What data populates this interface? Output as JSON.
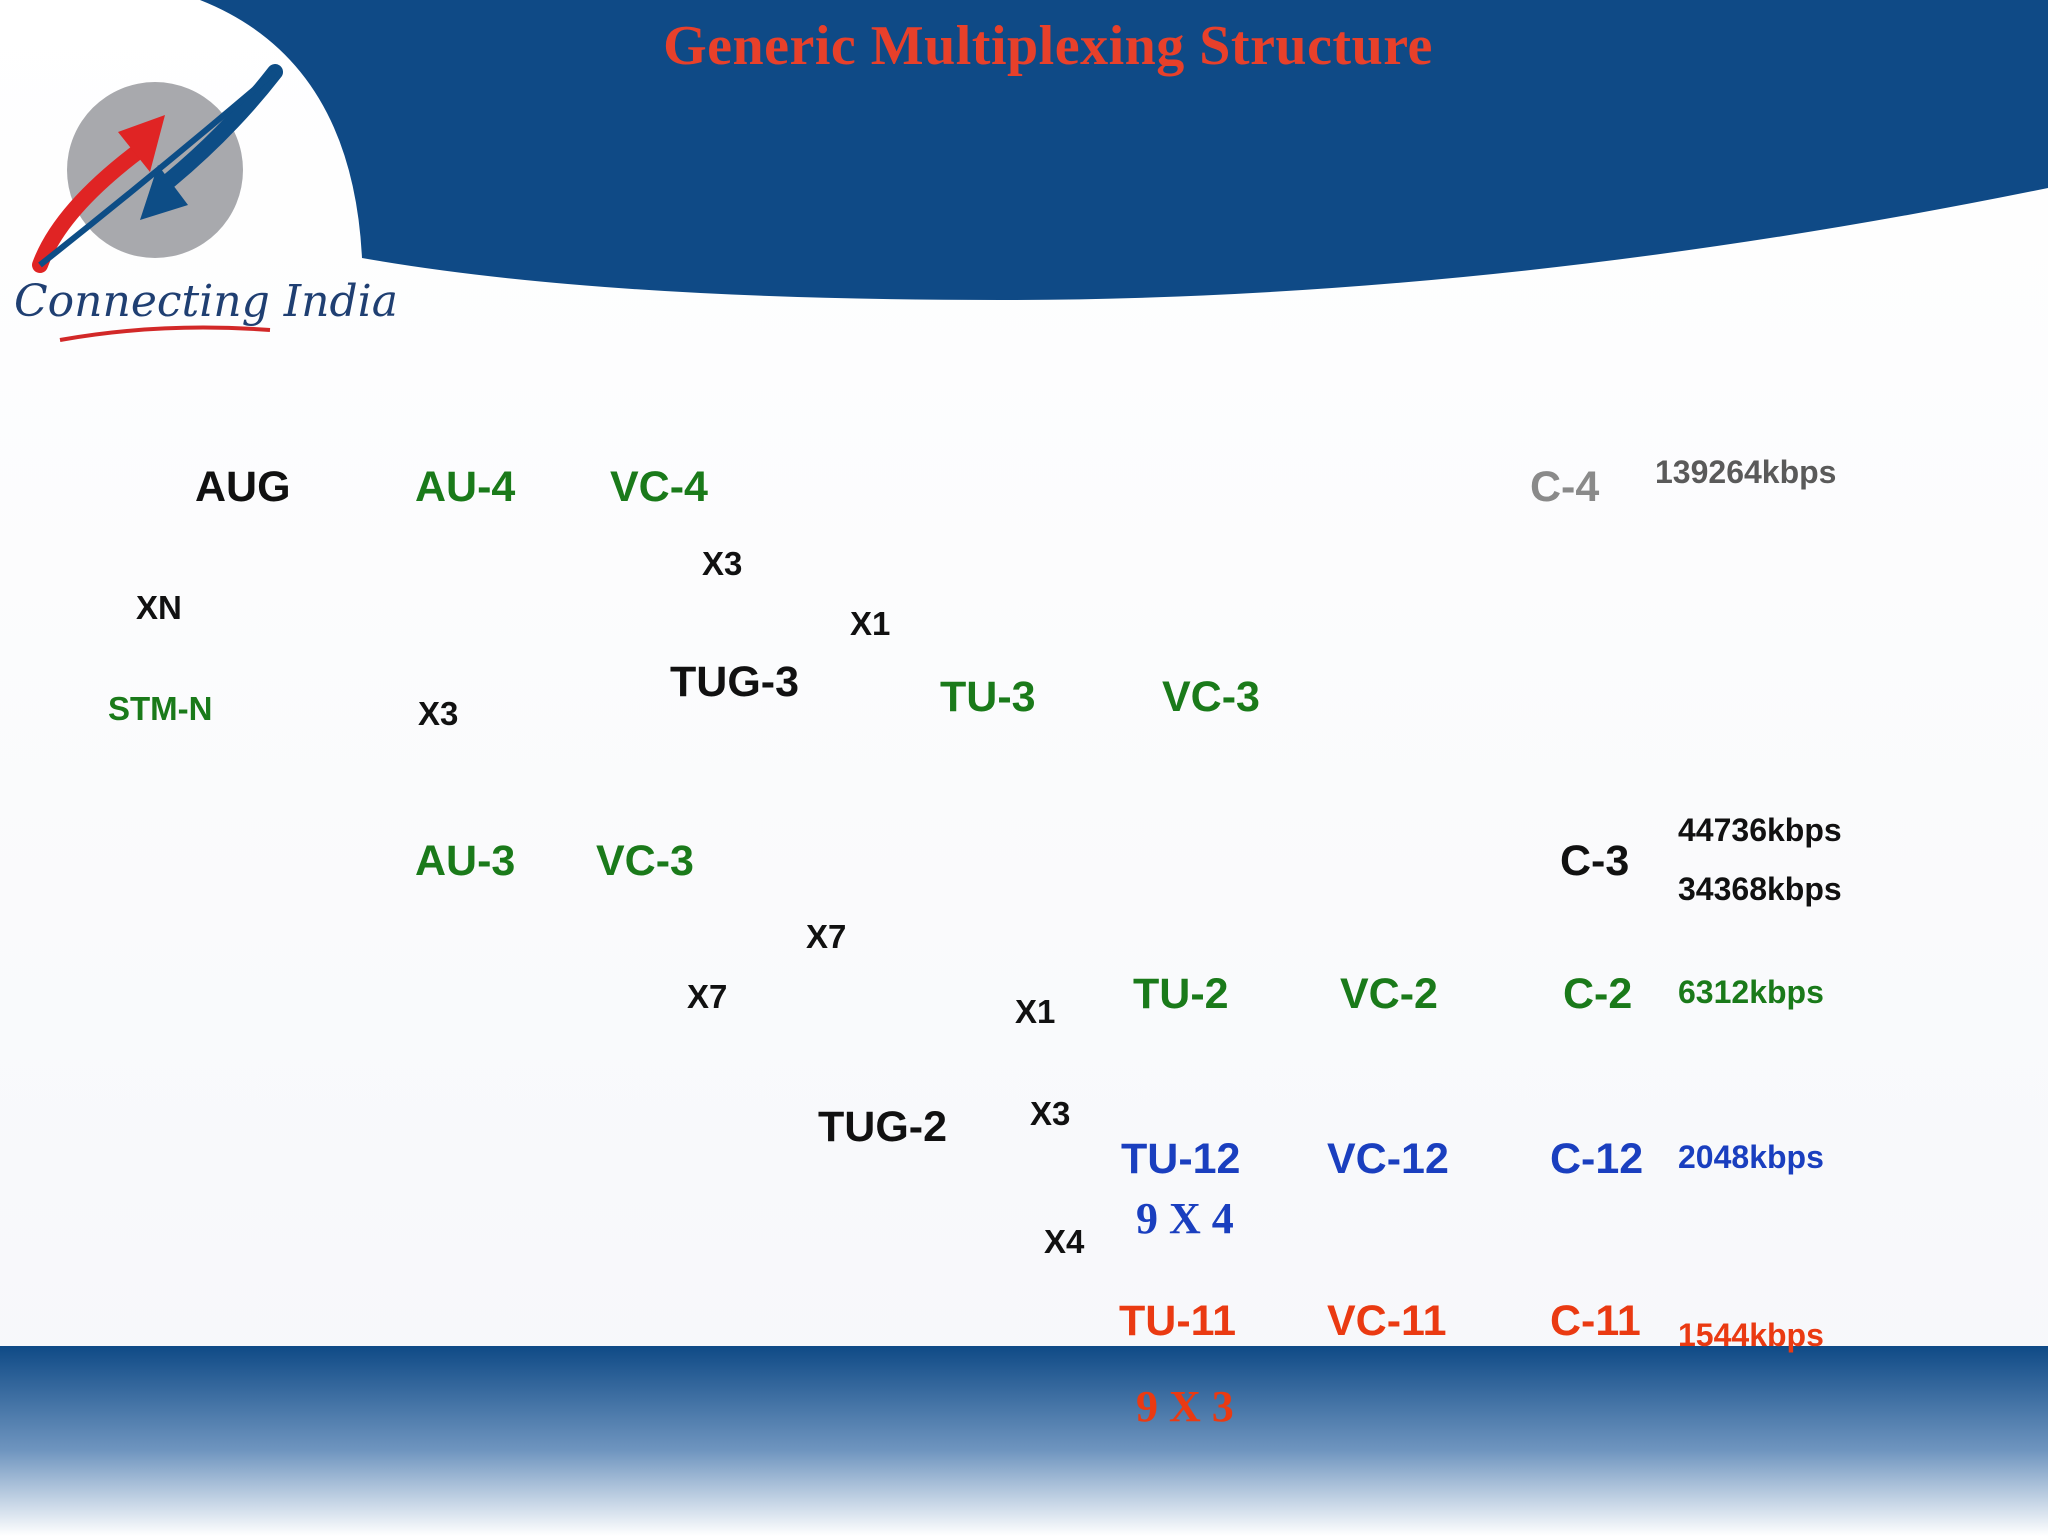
{
  "title": "Generic Multiplexing Structure",
  "logo": {
    "text": "Connecting India",
    "icon": "bsnl-arrows-logo"
  },
  "colors": {
    "header_blue": "#0f4a86",
    "title_red": "#e8402a",
    "green": "#1a7a1a",
    "blue": "#1a3fbf",
    "orange": "#ea3a12",
    "gray": "#8a8a8a"
  },
  "nodes": {
    "aug": "AUG",
    "xn": "XN",
    "stm_n": "STM-N",
    "au4": "AU-4",
    "vc4": "VC-4",
    "x3_a": "X3",
    "x1_a": "X1",
    "tug3": "TUG-3",
    "tu3": "TU-3",
    "vc3_a": "VC-3",
    "x3_b": "X3",
    "c4": "C-4",
    "c4_rate": "139264kbps",
    "au3": "AU-3",
    "vc3_b": "VC-3",
    "c3": "C-3",
    "c3_rate_1": "44736kbps",
    "c3_rate_2": "34368kbps",
    "x7_a": "X7",
    "x7_b": "X7",
    "x1_b": "X1",
    "tu2": "TU-2",
    "vc2": "VC-2",
    "c2": "C-2",
    "c2_rate": "6312kbps",
    "tug2": "TUG-2",
    "x3_c": "X3",
    "tu12": "TU-12",
    "vc12": "VC-12",
    "c12": "C-12",
    "c12_rate": "2048kbps",
    "tu12_note": "9 X 4",
    "x4": "X4",
    "tu11": "TU-11",
    "vc11": "VC-11",
    "c11": "C-11",
    "c11_rate": "1544kbps",
    "tu11_note": "9 X 3"
  }
}
